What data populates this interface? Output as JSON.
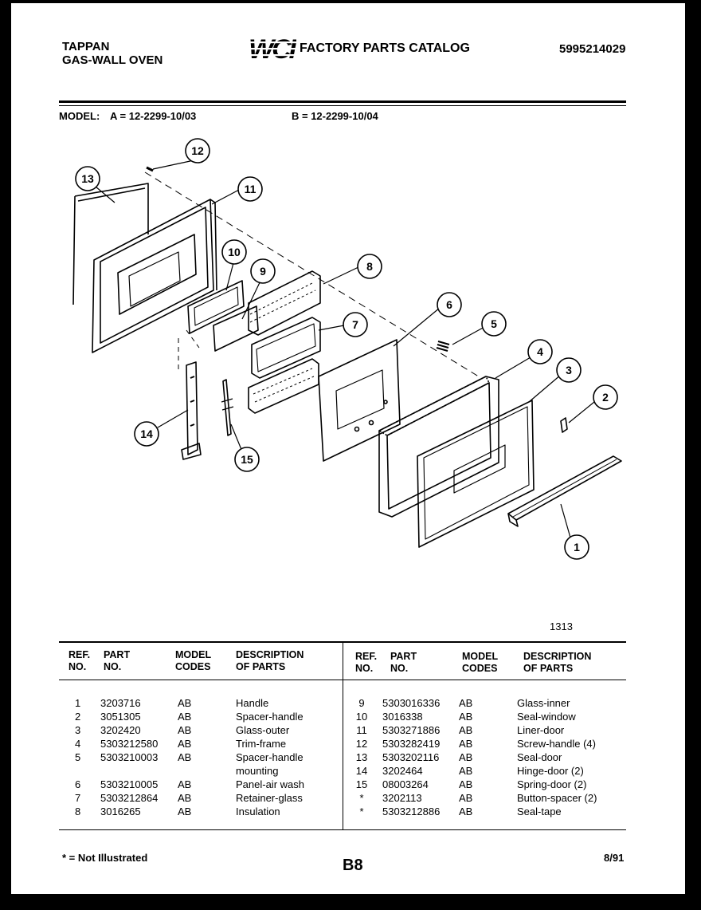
{
  "header": {
    "brand_line1": "TAPPAN",
    "brand_line2": "GAS-WALL OVEN",
    "logo_text": "WCI",
    "catalog_title": "FACTORY PARTS CATALOG",
    "catalog_number": "5995214029"
  },
  "model": {
    "label": "MODEL:",
    "a": "A = 12-2299-10/03",
    "b": "B = 12-2299-10/04"
  },
  "diagram": {
    "callouts": [
      "1",
      "2",
      "3",
      "4",
      "5",
      "6",
      "7",
      "8",
      "9",
      "10",
      "11",
      "12",
      "13",
      "14",
      "15"
    ],
    "figure_number": "1313"
  },
  "table": {
    "headers": {
      "ref": [
        "REF.",
        "NO."
      ],
      "part": [
        "PART",
        "NO."
      ],
      "model": [
        "MODEL",
        "CODES"
      ],
      "desc": [
        "DESCRIPTION",
        "OF PARTS"
      ]
    },
    "left": [
      {
        "ref": "1",
        "part": "3203716",
        "codes": "AB",
        "desc": "Handle"
      },
      {
        "ref": "2",
        "part": "3051305",
        "codes": "AB",
        "desc": "Spacer-handle"
      },
      {
        "ref": "3",
        "part": "3202420",
        "codes": "AB",
        "desc": "Glass-outer"
      },
      {
        "ref": "4",
        "part": "5303212580",
        "codes": "AB",
        "desc": "Trim-frame"
      },
      {
        "ref": "5",
        "part": "5303210003",
        "codes": "AB",
        "desc": "Spacer-handle"
      },
      {
        "ref": "",
        "part": "",
        "codes": "",
        "desc": "mounting"
      },
      {
        "ref": "6",
        "part": "5303210005",
        "codes": "AB",
        "desc": "Panel-air wash"
      },
      {
        "ref": "7",
        "part": "5303212864",
        "codes": "AB",
        "desc": "Retainer-glass"
      },
      {
        "ref": "8",
        "part": "3016265",
        "codes": "AB",
        "desc": "Insulation"
      }
    ],
    "right": [
      {
        "ref": "9",
        "part": "5303016336",
        "codes": "AB",
        "desc": "Glass-inner"
      },
      {
        "ref": "10",
        "part": "3016338",
        "codes": "AB",
        "desc": "Seal-window"
      },
      {
        "ref": "11",
        "part": "5303271886",
        "codes": "AB",
        "desc": "Liner-door"
      },
      {
        "ref": "12",
        "part": "5303282419",
        "codes": "AB",
        "desc": "Screw-handle (4)"
      },
      {
        "ref": "13",
        "part": "5303202116",
        "codes": "AB",
        "desc": "Seal-door"
      },
      {
        "ref": "14",
        "part": "3202464",
        "codes": "AB",
        "desc": "Hinge-door (2)"
      },
      {
        "ref": "15",
        "part": "08003264",
        "codes": "AB",
        "desc": "Spring-door (2)"
      },
      {
        "ref": "*",
        "part": "3202113",
        "codes": "AB",
        "desc": "Button-spacer (2)"
      },
      {
        "ref": "*",
        "part": "5303212886",
        "codes": "AB",
        "desc": "Seal-tape"
      }
    ]
  },
  "footer": {
    "note": "* = Not Illustrated",
    "page": "B8",
    "date": "8/91"
  }
}
